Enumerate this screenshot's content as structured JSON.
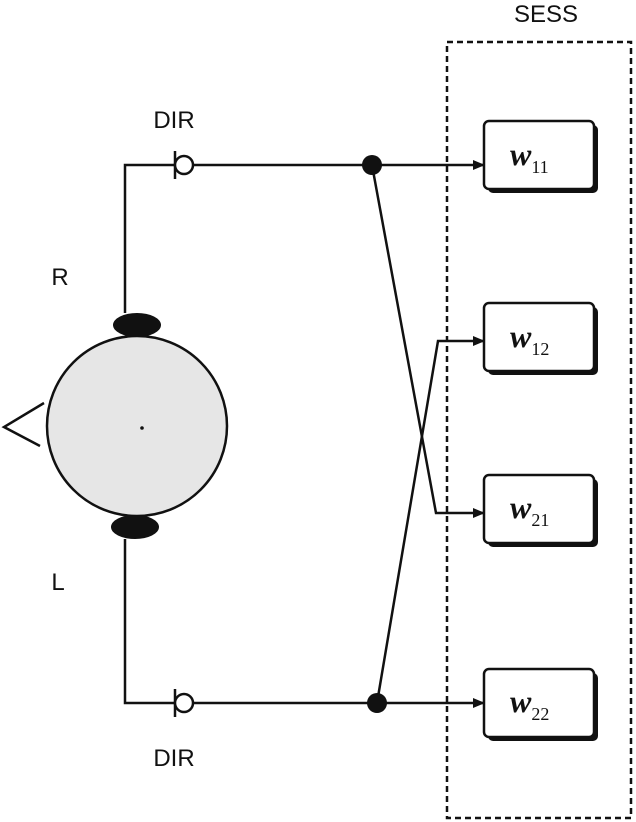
{
  "labels": {
    "sess": "SESS",
    "dir_top": "DIR",
    "dir_bottom": "DIR",
    "right": "R",
    "left": "L"
  },
  "blocks": [
    {
      "main": "w",
      "sub": "11"
    },
    {
      "main": "w",
      "sub": "12"
    },
    {
      "main": "w",
      "sub": "21"
    },
    {
      "main": "w",
      "sub": "22"
    }
  ],
  "colors": {
    "head_fill": "#e6e6e6",
    "stroke": "#111111",
    "ear": "#111111",
    "block_shadow": "#111111"
  }
}
